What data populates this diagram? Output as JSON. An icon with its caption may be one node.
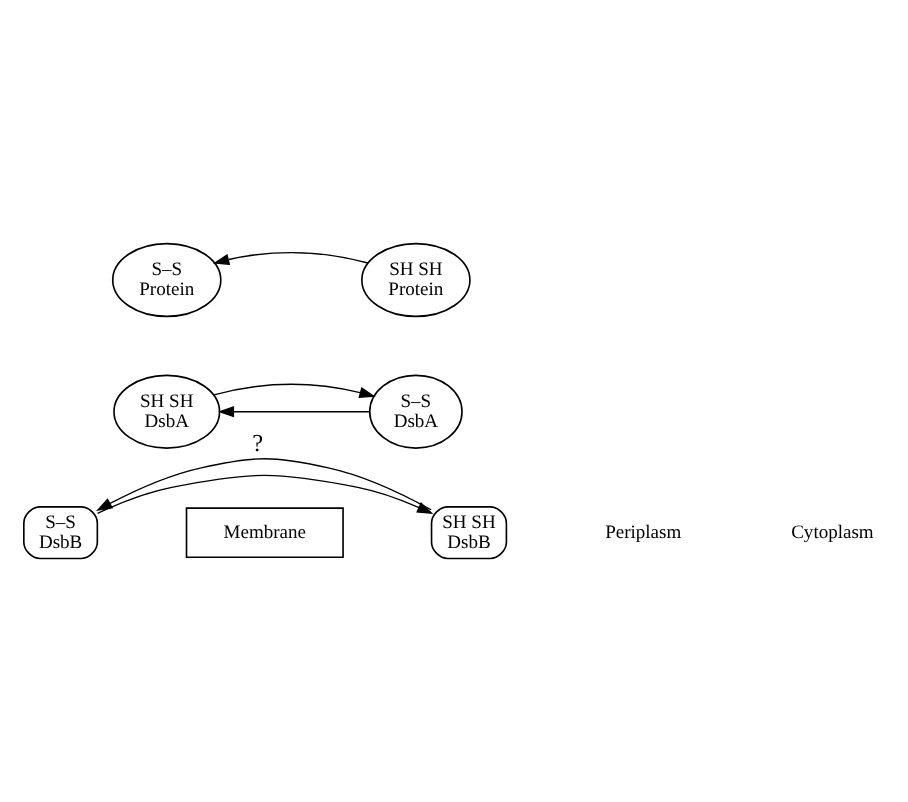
{
  "diagram": {
    "nodes": [
      {
        "text": [
          "S–S",
          "Protein"
        ]
      },
      {
        "text": [
          "SH SH",
          "Protein"
        ]
      },
      {
        "text": [
          "SH SH",
          "DsbA"
        ]
      },
      {
        "text": [
          "S–S",
          "DsbA"
        ]
      },
      {
        "text": [
          "Membrane"
        ]
      },
      {
        "text": [
          "S–S",
          "DsbB"
        ]
      },
      {
        "text": [
          "SH SH",
          "DsbB"
        ]
      }
    ],
    "edges": [
      {
        "from": 1,
        "to": 0,
        "arrow": "to"
      },
      {
        "from": 3,
        "to": 2,
        "arrow": "to"
      },
      {
        "from": 2,
        "to": 3,
        "arrow": "to"
      },
      {
        "from": 5,
        "to": 6,
        "arrow": "to"
      },
      {
        "from": 6,
        "to": 5,
        "arrow": "to",
        "label": "?"
      }
    ],
    "labels": [
      "Periplasm",
      "Cytoplasm"
    ]
  }
}
